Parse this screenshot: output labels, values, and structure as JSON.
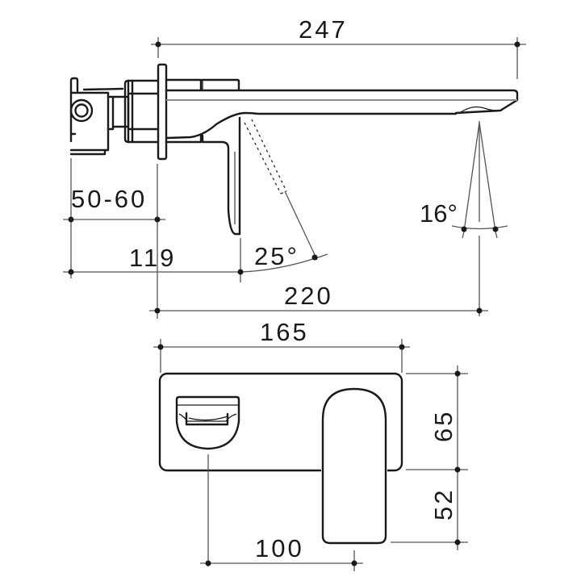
{
  "drawing": {
    "subject": "wall-mounted basin mixer with spout and backplate",
    "views": [
      "side-elevation",
      "front-elevation"
    ],
    "line_color": "#1a1a1a",
    "dimension_line_color": "#555555",
    "background": "#ffffff"
  },
  "side_view": {
    "dimensions": {
      "overall_spout_length": "247",
      "wall_cavity_depth": "50-60",
      "body_to_handle": "119",
      "wall_to_outlet": "220",
      "handle_rotation_angle": "25°",
      "spray_angle": "16°"
    }
  },
  "front_view": {
    "dimensions": {
      "plate_width": "165",
      "plate_height": "65",
      "handle_drop": "52",
      "outlet_to_handle_center": "100"
    }
  }
}
